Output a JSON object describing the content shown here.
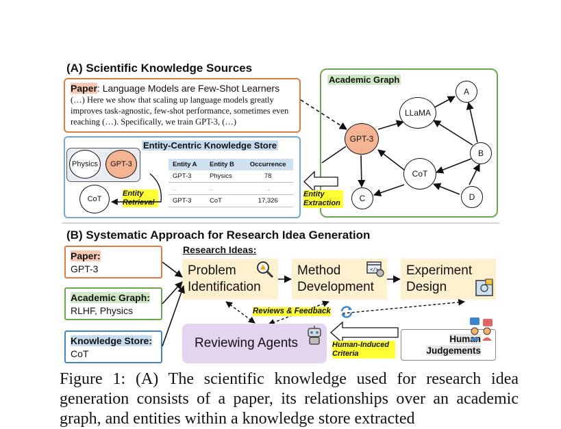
{
  "section_a": {
    "title": "(A) Scientific Knowledge Sources",
    "paper": {
      "label": "Paper",
      "title": ": Language Models are Few-Shot Learners",
      "body": "(…) Here we show that scaling up language models greatly improves task-agnostic, few-shot performance, sometimes even reaching (…). Specifically, we train GPT-3, (…)"
    },
    "academic_graph": {
      "title": "Academic Graph",
      "nodes": [
        "GPT-3",
        "LLaMA",
        "A",
        "B",
        "CoT",
        "C",
        "D"
      ]
    },
    "knowledge_store": {
      "title": "Entity-Centric Knowledge Store",
      "entities": [
        "Physics",
        "GPT-3",
        "CoT"
      ],
      "table": {
        "headers": [
          "Entity A",
          "Entity B",
          "Occurrence"
        ],
        "rows": [
          [
            "GPT-3",
            "Physics",
            "78"
          ],
          [
            "..",
            "..",
            ".."
          ],
          [
            "GPT-3",
            "CoT",
            "17,326"
          ]
        ]
      },
      "entity_retrieval": "Entity Retrieval",
      "entity_extraction": "Entity Extraction"
    }
  },
  "section_b": {
    "title": "(B) Systematic Approach for Research Idea Generation",
    "research_ideas": "Research Ideas:",
    "inputs": [
      {
        "label": "Paper:",
        "value": "GPT-3",
        "color": "#e07b39"
      },
      {
        "label": "Academic Graph:",
        "value": "RLHF, Physics",
        "color": "#6aa84f"
      },
      {
        "label": "Knowledge Store:",
        "value": "CoT",
        "color": "#3d85c6"
      }
    ],
    "stages": [
      "Problem Identification",
      "Method Development",
      "Experiment Design"
    ],
    "reviews_feedback": "Reviews & Feedback",
    "reviewing_agents": "Reviewing Agents",
    "human_criteria": "Human-Induced Criteria",
    "human_judgements": "Human Judgements"
  },
  "caption": "Figure 1: (A) The scientific knowledge used for research idea generation consists of a paper, its relationships over an academic graph, and entities within a knowledge store extracted"
}
